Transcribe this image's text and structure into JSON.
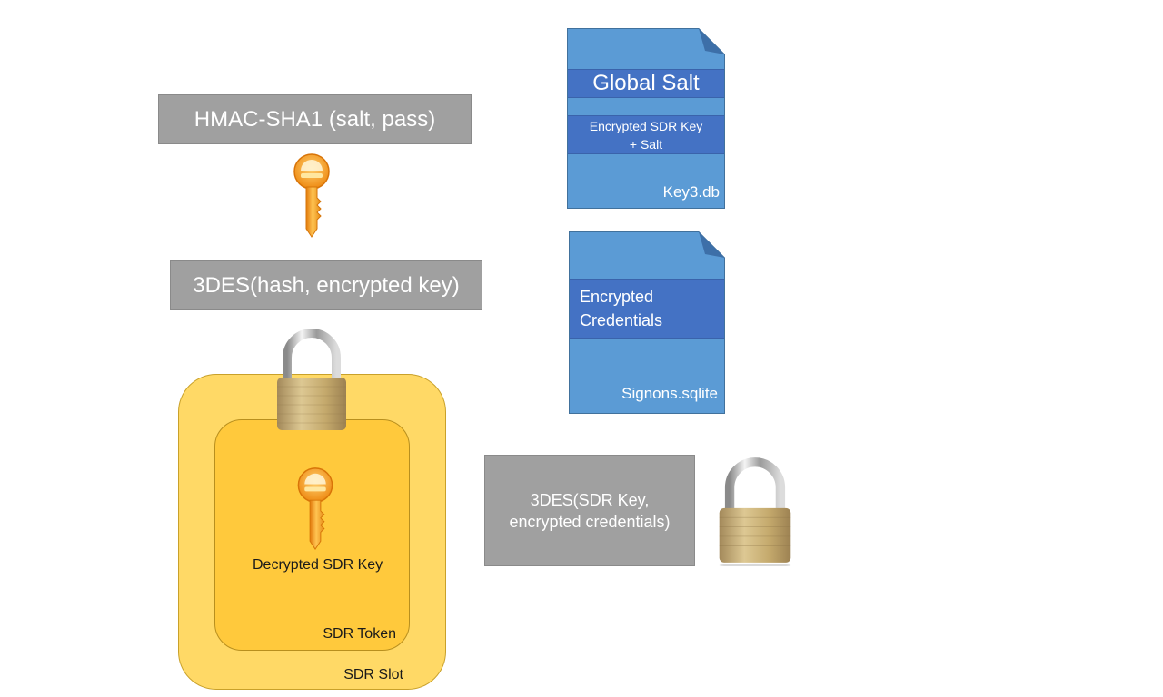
{
  "diagram": {
    "hmac_box": {
      "label": "HMAC-SHA1 (salt, pass)"
    },
    "des_hash_box": {
      "label": "3DES(hash, encrypted key)"
    },
    "des_credentials_box": {
      "line1": "3DES(SDR Key,",
      "line2": "encrypted credentials)"
    },
    "key3_db": {
      "filename": "Key3.db",
      "fields": [
        {
          "label": "Global Salt"
        },
        {
          "line1": "Encrypted SDR Key",
          "line2": "+ Salt"
        }
      ]
    },
    "signons_sqlite": {
      "filename": "Signons.sqlite",
      "fields": [
        {
          "line1": "Encrypted",
          "line2": "Credentials"
        }
      ]
    },
    "sdr_slot": {
      "label": "SDR Slot"
    },
    "sdr_token": {
      "label": "SDR Token"
    },
    "decrypted_key": {
      "label": "Decrypted SDR Key"
    },
    "icons": [
      "key-icon",
      "padlock-icon"
    ],
    "colors": {
      "gray_box": "#a0a0a0",
      "doc_fill": "#5b9bd5",
      "doc_band": "#4472c4",
      "slot_fill": "#ffd966",
      "token_fill": "#ffc93c",
      "key_orange": "#f59a1b"
    }
  }
}
